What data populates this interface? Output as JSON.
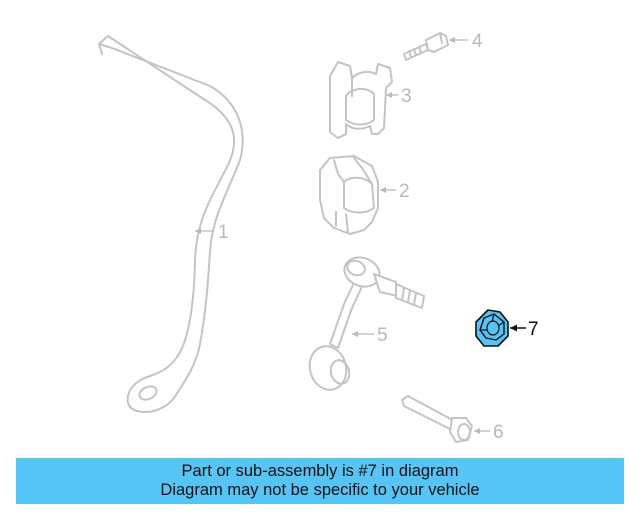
{
  "diagram": {
    "callouts": [
      {
        "id": "1",
        "label": "1"
      },
      {
        "id": "2",
        "label": "2"
      },
      {
        "id": "3",
        "label": "3"
      },
      {
        "id": "4",
        "label": "4"
      },
      {
        "id": "5",
        "label": "5"
      },
      {
        "id": "6",
        "label": "6"
      },
      {
        "id": "7",
        "label": "7"
      }
    ],
    "highlighted_part": "7",
    "highlight_color": "#56c4f5",
    "part_color": "#c4c4c4"
  },
  "banner": {
    "line1": "Part or sub-assembly is #7 in diagram",
    "line2": "Diagram may not be specific to your vehicle",
    "background": "#56c4f5"
  }
}
